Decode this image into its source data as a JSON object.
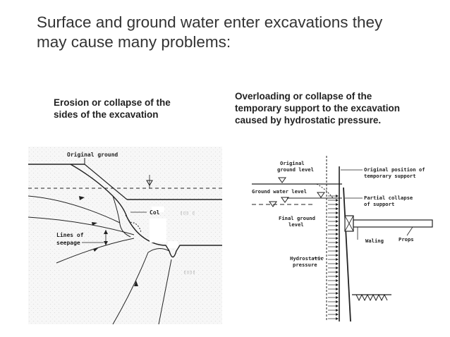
{
  "slide": {
    "title_line1": "Surface and ground water enter excavations they",
    "title_line2": "may cause many problems:"
  },
  "left_panel": {
    "caption_line1": "Erosion or collapse of the",
    "caption_line2": "sides of the excavation",
    "figure": {
      "label_original_ground": "Original ground",
      "label_col": "Col",
      "label_lines_of": "Lines of",
      "label_seepage": "seepage"
    }
  },
  "right_panel": {
    "caption_line1": "Overloading or collapse of the",
    "caption_line2": "temporary support to the excavation",
    "caption_line3": "caused by hydrostatic pressure.",
    "figure": {
      "label_original_line1": "Original",
      "label_original_line2": "ground level",
      "label_ground_water": "Ground water level",
      "label_final_line1": "Final ground",
      "label_final_line2": "level",
      "label_hydrostatic_line1": "Hydrostatic",
      "label_hydrostatic_line2": "pressure",
      "label_orig_pos_line1": "Original position of",
      "label_orig_pos_line2": "temporary support",
      "label_partial_line1": "Partial collapse",
      "label_partial_line2": "of support",
      "label_waling": "Waling",
      "label_props": "Props"
    }
  }
}
